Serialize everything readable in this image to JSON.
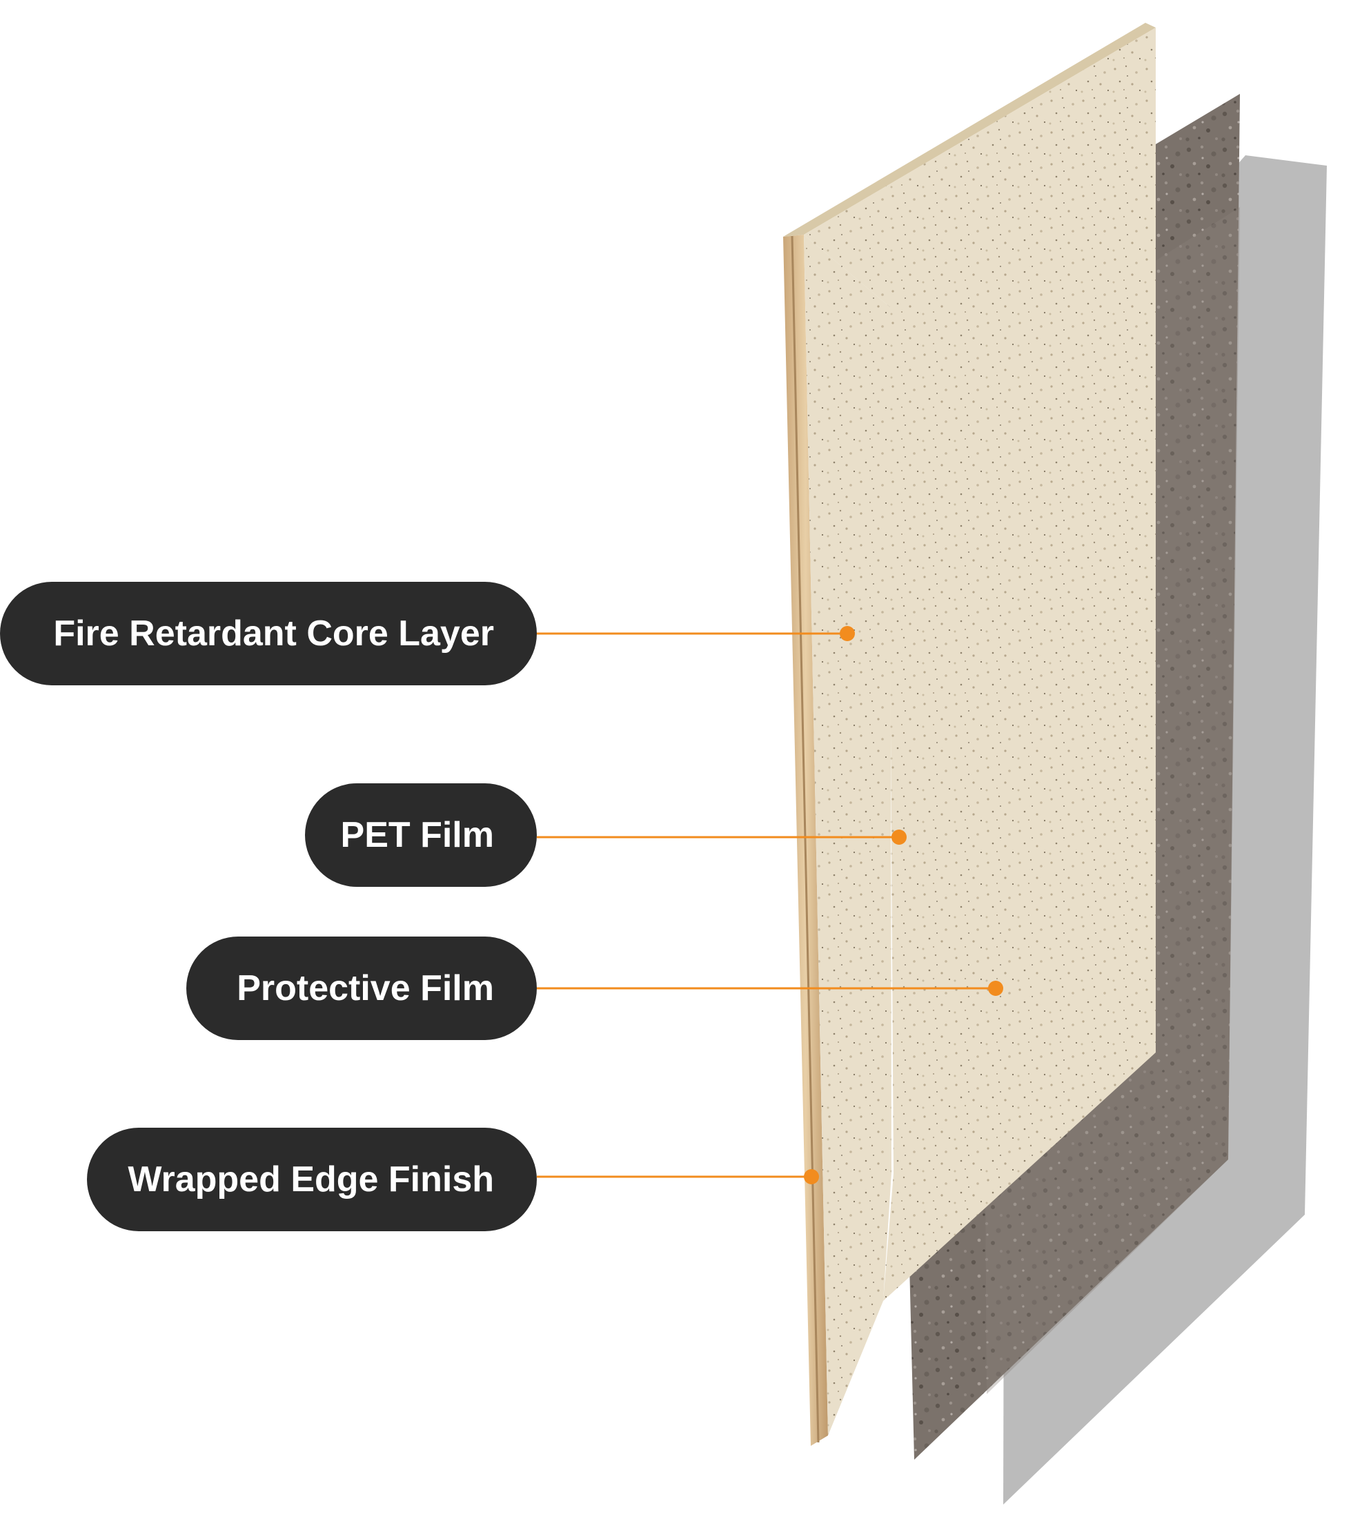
{
  "diagram": {
    "labels": [
      {
        "id": "fire-retardant-core-layer",
        "text": "Fire Retardant Core Layer"
      },
      {
        "id": "pet-film",
        "text": "PET Film"
      },
      {
        "id": "protective-film",
        "text": "Protective Film"
      },
      {
        "id": "wrapped-edge-finish",
        "text": "Wrapped Edge Finish"
      }
    ],
    "colors": {
      "label_background": "#2b2b2b",
      "label_text": "#ffffff",
      "leader_line": "#f28c1e",
      "core_layer": "#e7dcc6",
      "decor_layer": "#7a716a",
      "film_layer": "#b3b3b3",
      "edge_band": "#d9b98e"
    }
  }
}
